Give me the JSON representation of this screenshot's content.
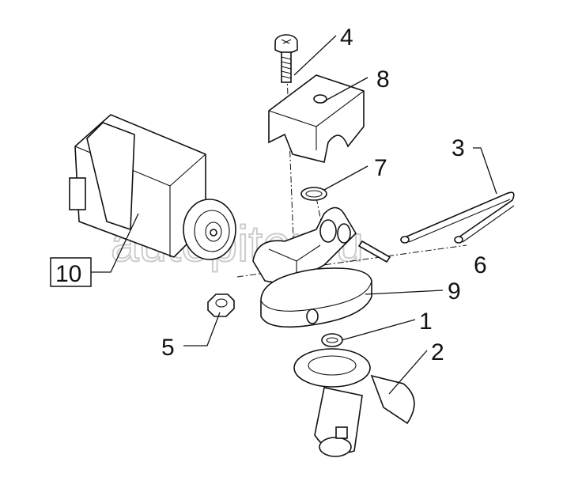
{
  "diagram": {
    "watermark": "autopiter.ru",
    "callouts": [
      {
        "id": "1",
        "label": "1"
      },
      {
        "id": "2",
        "label": "2"
      },
      {
        "id": "3",
        "label": "3"
      },
      {
        "id": "4",
        "label": "4"
      },
      {
        "id": "5",
        "label": "5"
      },
      {
        "id": "6",
        "label": "6"
      },
      {
        "id": "7",
        "label": "7"
      },
      {
        "id": "8",
        "label": "8"
      },
      {
        "id": "9",
        "label": "9"
      },
      {
        "id": "10",
        "label": "10"
      }
    ]
  }
}
